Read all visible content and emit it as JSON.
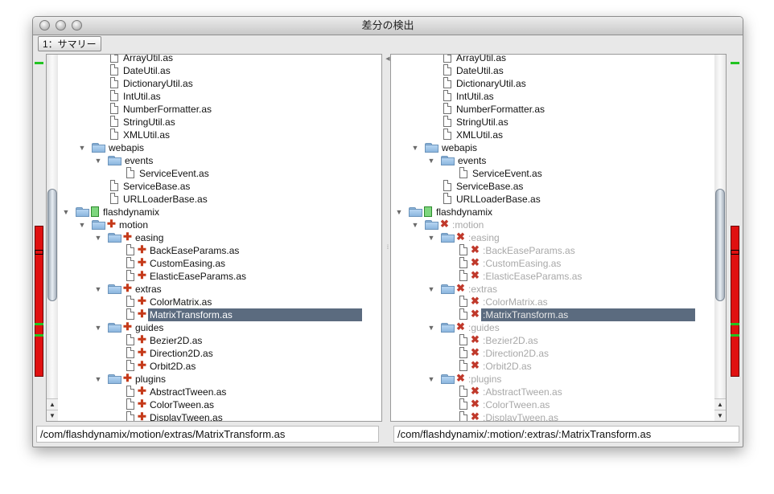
{
  "window": {
    "title": "差分の検出"
  },
  "toolbar": {
    "tab_label": "1：サマリー"
  },
  "left": {
    "path": "/com/flashdynamix/motion/extras/MatrixTransform.as",
    "rows": [
      {
        "indent": 0,
        "type": "file",
        "label": "ArrayUtil.as"
      },
      {
        "indent": 0,
        "type": "file",
        "label": "DateUtil.as"
      },
      {
        "indent": 0,
        "type": "file",
        "label": "DictionaryUtil.as"
      },
      {
        "indent": 0,
        "type": "file",
        "label": "IntUtil.as"
      },
      {
        "indent": 0,
        "type": "file",
        "label": "NumberFormatter.as"
      },
      {
        "indent": 0,
        "type": "file",
        "label": "StringUtil.as"
      },
      {
        "indent": 0,
        "type": "file",
        "label": "XMLUtil.as"
      },
      {
        "indent": -1,
        "type": "folder",
        "label": "webapis"
      },
      {
        "indent": 0,
        "type": "folder",
        "label": "events"
      },
      {
        "indent": 1,
        "type": "file",
        "label": "ServiceEvent.as"
      },
      {
        "indent": 0,
        "type": "file",
        "label": "ServiceBase.as"
      },
      {
        "indent": 0,
        "type": "file",
        "label": "URLLoaderBase.as"
      },
      {
        "indent": -2,
        "type": "folder-green",
        "label": "flashdynamix"
      },
      {
        "indent": -1,
        "type": "folder-plus",
        "label": "motion"
      },
      {
        "indent": 0,
        "type": "folder-plus",
        "label": "easing"
      },
      {
        "indent": 1,
        "type": "file-plus",
        "label": "BackEaseParams.as"
      },
      {
        "indent": 1,
        "type": "file-plus",
        "label": "CustomEasing.as"
      },
      {
        "indent": 1,
        "type": "file-plus",
        "label": "ElasticEaseParams.as"
      },
      {
        "indent": 0,
        "type": "folder-plus",
        "label": "extras"
      },
      {
        "indent": 1,
        "type": "file-plus",
        "label": "ColorMatrix.as"
      },
      {
        "indent": 1,
        "type": "file-plus",
        "label": "MatrixTransform.as",
        "selected": true
      },
      {
        "indent": 0,
        "type": "folder-plus",
        "label": "guides"
      },
      {
        "indent": 1,
        "type": "file-plus",
        "label": "Bezier2D.as"
      },
      {
        "indent": 1,
        "type": "file-plus",
        "label": "Direction2D.as"
      },
      {
        "indent": 1,
        "type": "file-plus",
        "label": "Orbit2D.as"
      },
      {
        "indent": 0,
        "type": "folder-plus",
        "label": "plugins"
      },
      {
        "indent": 1,
        "type": "file-plus",
        "label": "AbstractTween.as"
      },
      {
        "indent": 1,
        "type": "file-plus",
        "label": "ColorTween.as"
      },
      {
        "indent": 1,
        "type": "file-plus",
        "label": "DisplayTween.as"
      }
    ]
  },
  "right": {
    "path": "/com/flashdynamix/:motion/:extras/:MatrixTransform.as",
    "rows": [
      {
        "indent": 0,
        "type": "file",
        "label": "ArrayUtil.as"
      },
      {
        "indent": 0,
        "type": "file",
        "label": "DateUtil.as"
      },
      {
        "indent": 0,
        "type": "file",
        "label": "DictionaryUtil.as"
      },
      {
        "indent": 0,
        "type": "file",
        "label": "IntUtil.as"
      },
      {
        "indent": 0,
        "type": "file",
        "label": "NumberFormatter.as"
      },
      {
        "indent": 0,
        "type": "file",
        "label": "StringUtil.as"
      },
      {
        "indent": 0,
        "type": "file",
        "label": "XMLUtil.as"
      },
      {
        "indent": -1,
        "type": "folder",
        "label": "webapis"
      },
      {
        "indent": 0,
        "type": "folder",
        "label": "events"
      },
      {
        "indent": 1,
        "type": "file",
        "label": "ServiceEvent.as"
      },
      {
        "indent": 0,
        "type": "file",
        "label": "ServiceBase.as"
      },
      {
        "indent": 0,
        "type": "file",
        "label": "URLLoaderBase.as"
      },
      {
        "indent": -2,
        "type": "folder-green",
        "label": "flashdynamix"
      },
      {
        "indent": -1,
        "type": "folder-cross",
        "label": ":motion"
      },
      {
        "indent": 0,
        "type": "folder-cross",
        "label": ":easing"
      },
      {
        "indent": 1,
        "type": "file-cross",
        "label": ":BackEaseParams.as"
      },
      {
        "indent": 1,
        "type": "file-cross",
        "label": ":CustomEasing.as"
      },
      {
        "indent": 1,
        "type": "file-cross",
        "label": ":ElasticEaseParams.as"
      },
      {
        "indent": 0,
        "type": "folder-cross",
        "label": ":extras"
      },
      {
        "indent": 1,
        "type": "file-cross",
        "label": ":ColorMatrix.as"
      },
      {
        "indent": 1,
        "type": "file-cross",
        "label": ":MatrixTransform.as",
        "selected": true
      },
      {
        "indent": 0,
        "type": "folder-cross",
        "label": ":guides"
      },
      {
        "indent": 1,
        "type": "file-cross",
        "label": ":Bezier2D.as"
      },
      {
        "indent": 1,
        "type": "file-cross",
        "label": ":Direction2D.as"
      },
      {
        "indent": 1,
        "type": "file-cross",
        "label": ":Orbit2D.as"
      },
      {
        "indent": 0,
        "type": "folder-cross",
        "label": ":plugins"
      },
      {
        "indent": 1,
        "type": "file-cross",
        "label": ":AbstractTween.as"
      },
      {
        "indent": 1,
        "type": "file-cross",
        "label": ":ColorTween.as"
      },
      {
        "indent": 1,
        "type": "file-cross",
        "label": ":DisplayTween.as"
      }
    ]
  },
  "icons": {
    "added": "plus-icon",
    "removed": "cross-icon",
    "folder": "folder-icon",
    "file": "file-icon",
    "expanded": "triangle-down-icon"
  },
  "colors": {
    "selection": "#5b6b7f",
    "diff_marker": "#e01010",
    "equal_marker": "#22c422",
    "dim_text": "#a8a8a8"
  }
}
